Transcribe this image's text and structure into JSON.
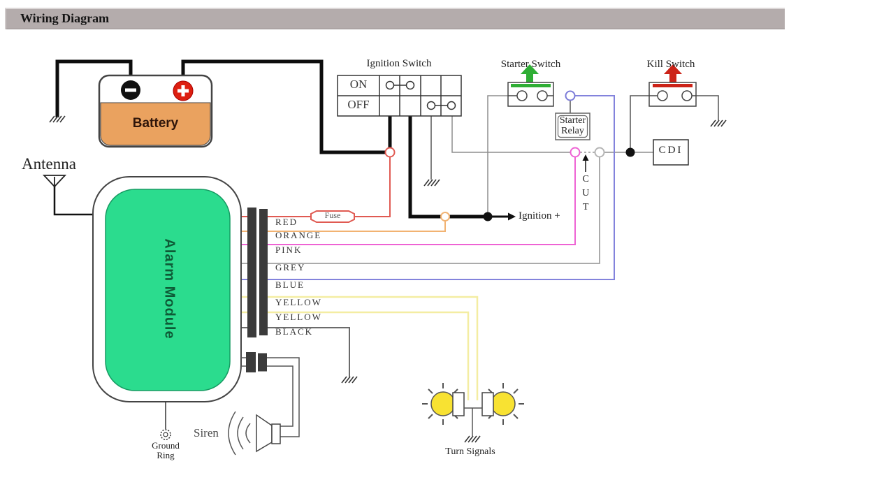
{
  "header": {
    "title": "Wiring Diagram"
  },
  "labels": {
    "battery": "Battery",
    "antenna": "Antenna",
    "alarm_module": "Alarm Module",
    "ignition_switch": "Ignition Switch",
    "on": "ON",
    "off": "OFF",
    "starter_switch": "Starter Switch",
    "kill_switch": "Kill Switch",
    "starter_relay_line1": "Starter",
    "starter_relay_line2": "Relay",
    "cdi": "CDI",
    "fuse": "Fuse",
    "ignition_plus": "Ignition +",
    "cut": "CUT",
    "siren": "Siren",
    "ground_ring_line1": "Ground",
    "ground_ring_line2": "Ring",
    "turn_signals": "Turn Signals"
  },
  "wires": [
    {
      "label": "RED",
      "color": "#e05a52"
    },
    {
      "label": "ORANGE",
      "color": "#f2b372"
    },
    {
      "label": "PINK",
      "color": "#ee63d4"
    },
    {
      "label": "GREY",
      "color": "#ababab"
    },
    {
      "label": "BLUE",
      "color": "#8383dc"
    },
    {
      "label": "YELLOW",
      "color": "#f4eda2"
    },
    {
      "label": "YELLOW",
      "color": "#f4eda2"
    },
    {
      "label": "BLACK",
      "color": "#6b6b6b"
    }
  ],
  "colors": {
    "battery_body": "#eaa25f",
    "battery_plus": "#dd1f10",
    "module_green": "#2bdc8e",
    "starter_green": "#2fae35",
    "kill_red": "#cc2318",
    "bulb_yellow": "#f8e232",
    "header_bar": "#b4acac"
  }
}
